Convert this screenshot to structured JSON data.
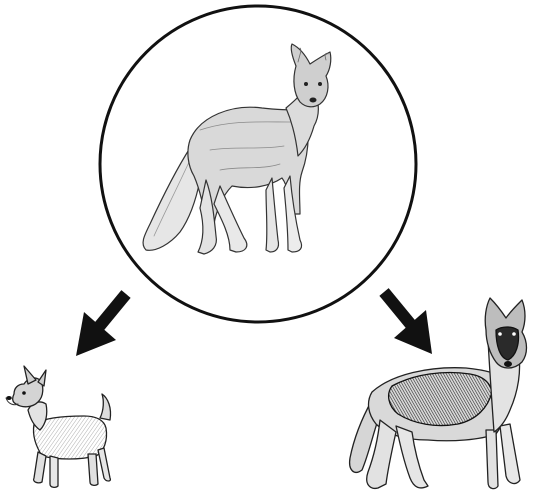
{
  "diagram": {
    "ancestor": {
      "icon": "wolf-ancestor-illustration",
      "frame": "circle"
    },
    "descendants": [
      {
        "icon": "chihuahua-illustration",
        "arrow_icon": "arrow-down-left-icon"
      },
      {
        "icon": "german-shepherd-illustration",
        "arrow_icon": "arrow-down-right-icon"
      }
    ],
    "colors": {
      "ink": "#111111",
      "fur_light": "#d9d9d9",
      "fur_mid": "#a8a8a8",
      "fur_dark": "#3a3a3a",
      "background": "#ffffff"
    }
  }
}
